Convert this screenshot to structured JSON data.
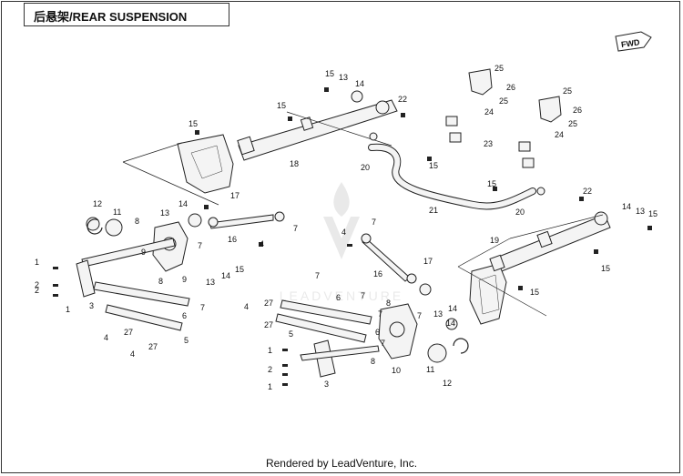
{
  "header": {
    "title": "后悬架/REAR SUSPENSION"
  },
  "footer": {
    "credit": "Rendered by LeadVenture, Inc."
  },
  "watermark": {
    "text": "LEADVENTURE"
  },
  "badge": {
    "fwd_label": "FWD"
  },
  "callouts": {
    "c1a": "1",
    "c1b": "1",
    "c1c": "1",
    "c1d": "1",
    "c2a": "2",
    "c2b": "2",
    "c2c": "2",
    "c3a": "3",
    "c3b": "3",
    "c4a": "4",
    "c4b": "4",
    "c4c": "4",
    "c4d": "4",
    "c4e": "4",
    "c5a": "5",
    "c5b": "5",
    "c6a": "6",
    "c6b": "6",
    "c6c": "6",
    "c7a": "7",
    "c7b": "7",
    "c7c": "7",
    "c7d": "7",
    "c7e": "7",
    "c7f": "7",
    "c7g": "7",
    "c7h": "7",
    "c7i": "7",
    "c8a": "8",
    "c8b": "8",
    "c8c": "8",
    "c8d": "8",
    "c9a": "9",
    "c9b": "9",
    "c10": "10",
    "c11a": "11",
    "c11b": "11",
    "c12a": "12",
    "c12b": "12",
    "c13a": "13",
    "c13b": "13",
    "c13c": "13",
    "c13d": "13",
    "c13e": "13",
    "c14a": "14",
    "c14b": "14",
    "c14c": "14",
    "c14d": "14",
    "c14e": "14",
    "c14f": "14",
    "c15a": "15",
    "c15b": "15",
    "c15c": "15",
    "c15d": "15",
    "c15e": "15",
    "c15f": "15",
    "c15g": "15",
    "c15h": "15",
    "c15i": "15",
    "c16a": "16",
    "c16b": "16",
    "c17a": "17",
    "c17b": "17",
    "c18": "18",
    "c19": "19",
    "c20a": "20",
    "c20b": "20",
    "c21": "21",
    "c22a": "22",
    "c22b": "22",
    "c23": "23",
    "c24a": "24",
    "c24b": "24",
    "c25a": "25",
    "c25b": "25",
    "c25c": "25",
    "c25d": "25",
    "c26a": "26",
    "c26b": "26",
    "c27a": "27",
    "c27b": "27",
    "c27c": "27",
    "c27d": "27"
  }
}
